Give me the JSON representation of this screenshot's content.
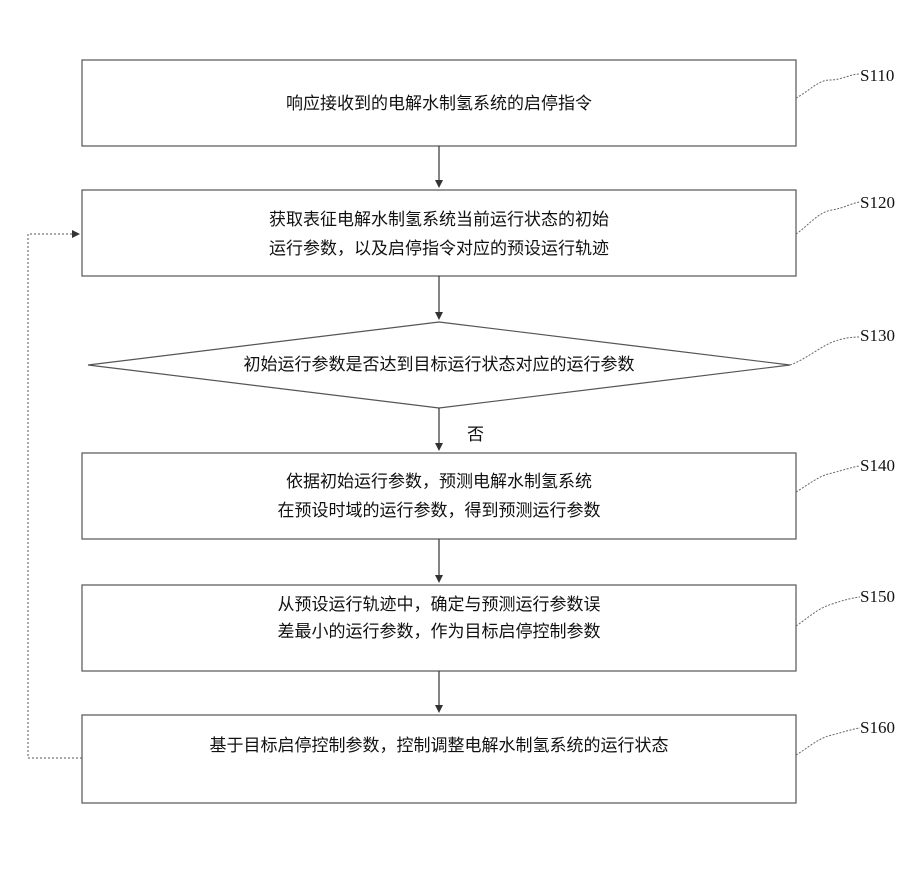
{
  "steps": [
    {
      "id": "S110",
      "label": "S110",
      "shape": "rect",
      "lines": [
        "响应接收到的电解水制氢系统的启停指令"
      ]
    },
    {
      "id": "S120",
      "label": "S120",
      "shape": "rect",
      "lines": [
        "获取表征电解水制氢系统当前运行状态的初始",
        "运行参数，以及启停指令对应的预设运行轨迹"
      ]
    },
    {
      "id": "S130",
      "label": "S130",
      "shape": "diamond",
      "lines": [
        "初始运行参数是否达到目标运行状态对应的运行参数"
      ]
    },
    {
      "id": "S140",
      "label": "S140",
      "shape": "rect",
      "lines": [
        "依据初始运行参数，预测电解水制氢系统",
        "在预设时域的运行参数，得到预测运行参数"
      ]
    },
    {
      "id": "S150",
      "label": "S150",
      "shape": "rect",
      "lines": [
        "从预设运行轨迹中，确定与预测运行参数误",
        "差最小的运行参数，作为目标启停控制参数"
      ]
    },
    {
      "id": "S160",
      "label": "S160",
      "shape": "rect",
      "lines": [
        "基于目标启停控制参数，控制调整电解水制氢系统的运行状态"
      ]
    }
  ],
  "decision_branch_label": "否",
  "colors": {
    "stroke": "#555555",
    "text": "#111111",
    "background": "#ffffff"
  }
}
